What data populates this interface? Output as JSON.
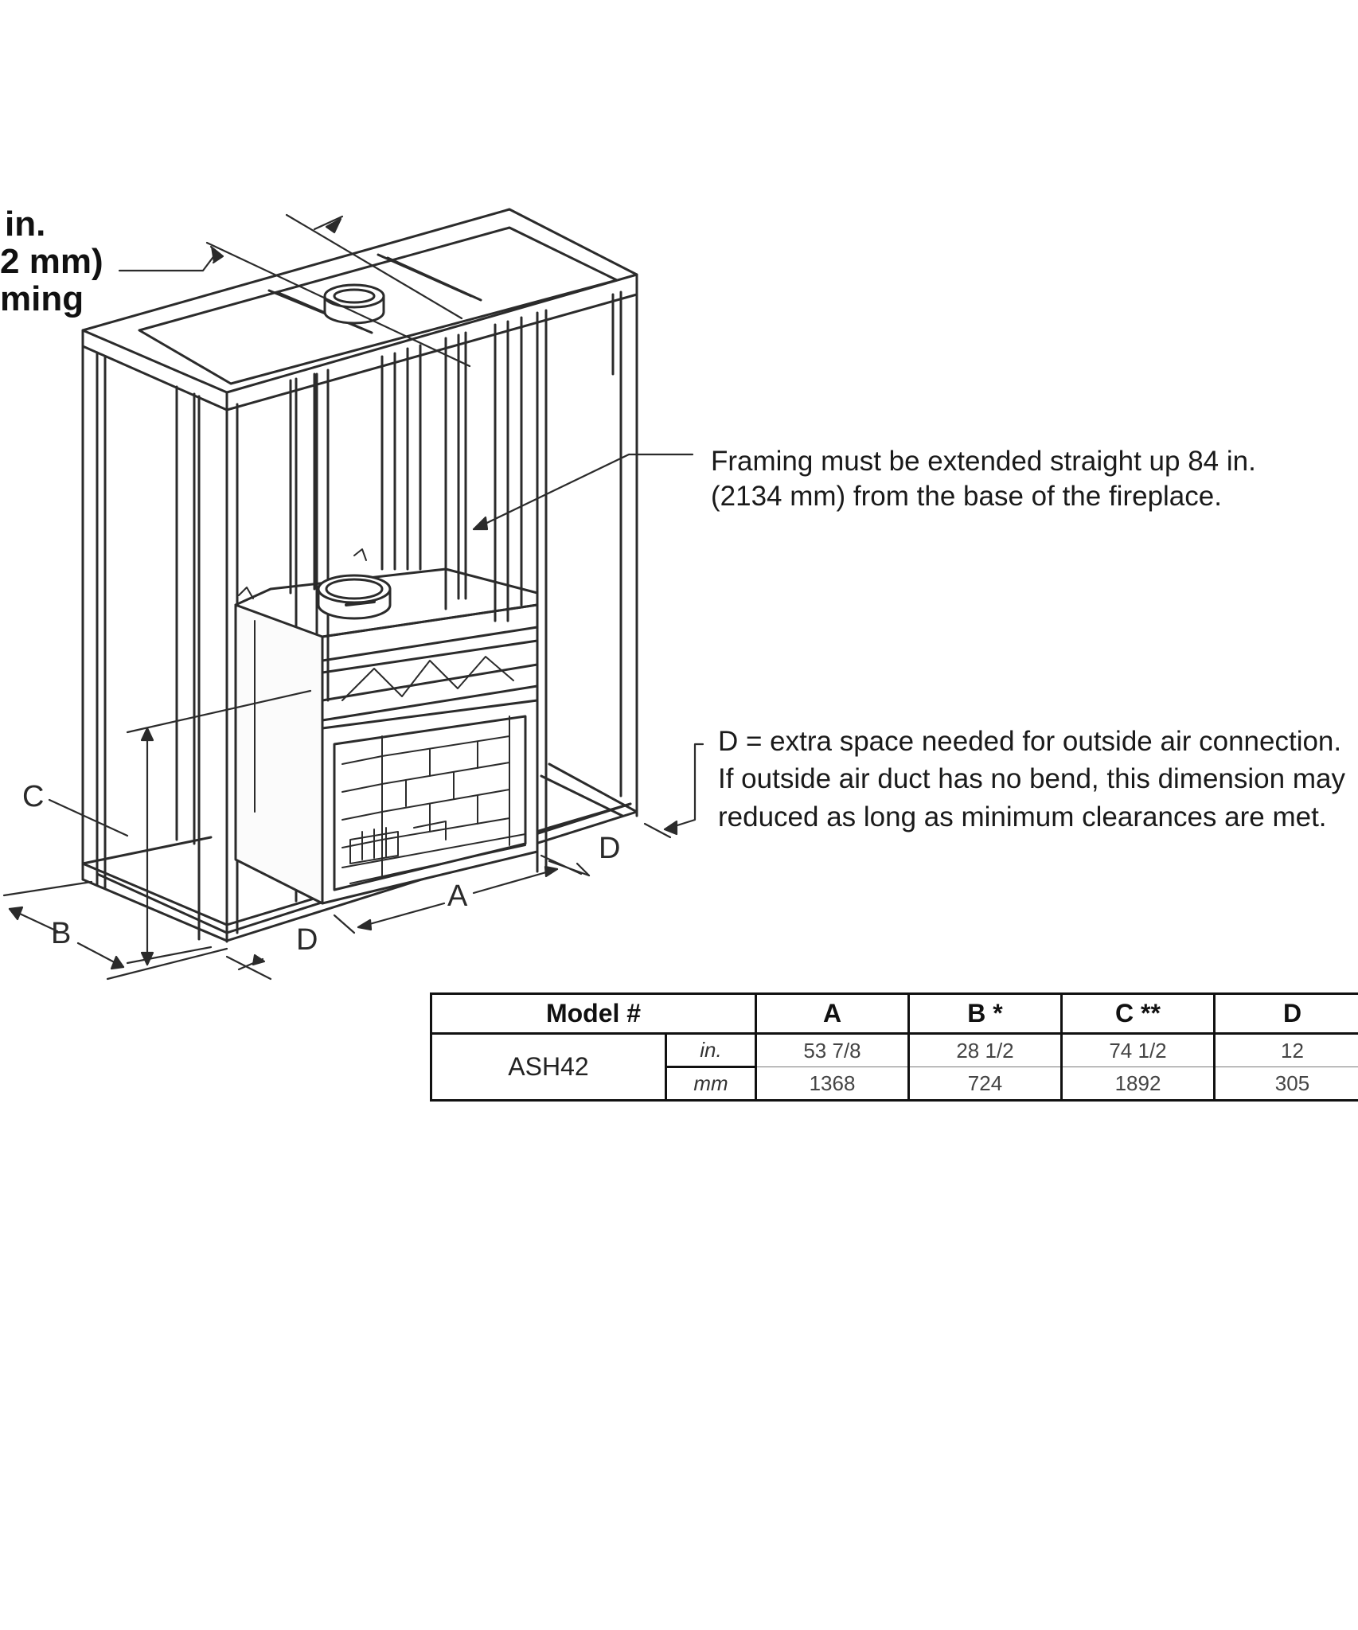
{
  "framing_callout": {
    "line1": "in.",
    "line2": "2 mm)",
    "line3": "ming"
  },
  "notes": {
    "framing_height": [
      "Framing must be extended straight up 84 in.",
      "(2134 mm) from the base of the fireplace."
    ],
    "dimension_d": [
      "D = extra space needed for outside air connection.",
      "If outside air duct has no bend, this dimension may",
      "reduced as long as minimum clearances are met."
    ]
  },
  "dimension_labels": {
    "a": "A",
    "b": "B",
    "c": "C",
    "d_front": "D",
    "d_right": "D"
  },
  "spec_table": {
    "headers": [
      "Model #",
      "A",
      "B *",
      "C **",
      "D"
    ],
    "model": "ASH42",
    "units": [
      "in.",
      "mm"
    ],
    "rows": [
      [
        "53 7/8",
        "28 1/2",
        "74 1/2",
        "12"
      ],
      [
        "1368",
        "724",
        "1892",
        "305"
      ]
    ]
  }
}
